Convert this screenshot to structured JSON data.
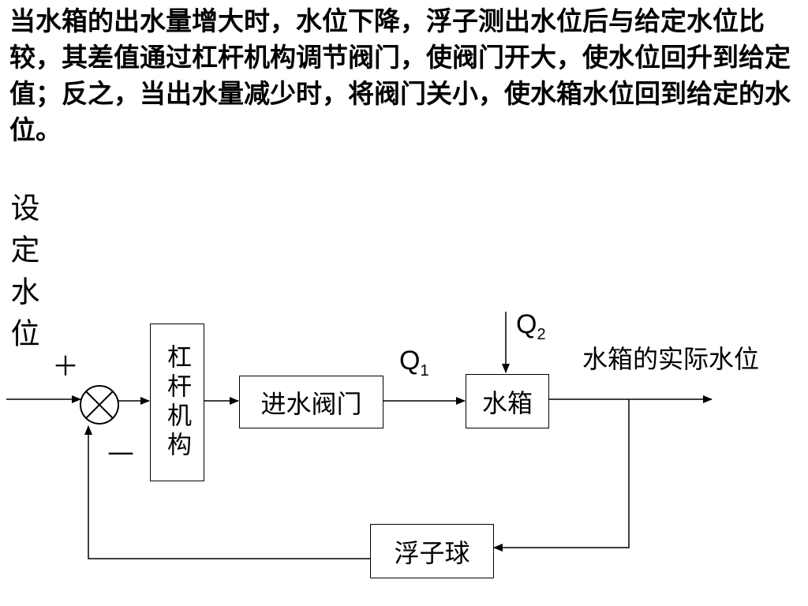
{
  "paragraph": "当水箱的出水量增大时，水位下降，浮子测出水位后与给定水位比较，其差值通过杠杆机构调节阀门，使阀门开大，使水位回升到给定值；反之，当出水量减少时，将阀门关小，使水箱水位回到给定的水位。",
  "diagram": {
    "input_label": "设定水位",
    "plus_sign": "＋",
    "minus_sign": "—",
    "lever_block": "杠杆机构",
    "valve_block": "进水阀门",
    "tank_block": "水箱",
    "float_block": "浮子球",
    "q1_symbol": "Q",
    "q1_sub": "1",
    "q2_symbol": "Q",
    "q2_sub": "2",
    "output_label": "水箱的实际水位"
  }
}
